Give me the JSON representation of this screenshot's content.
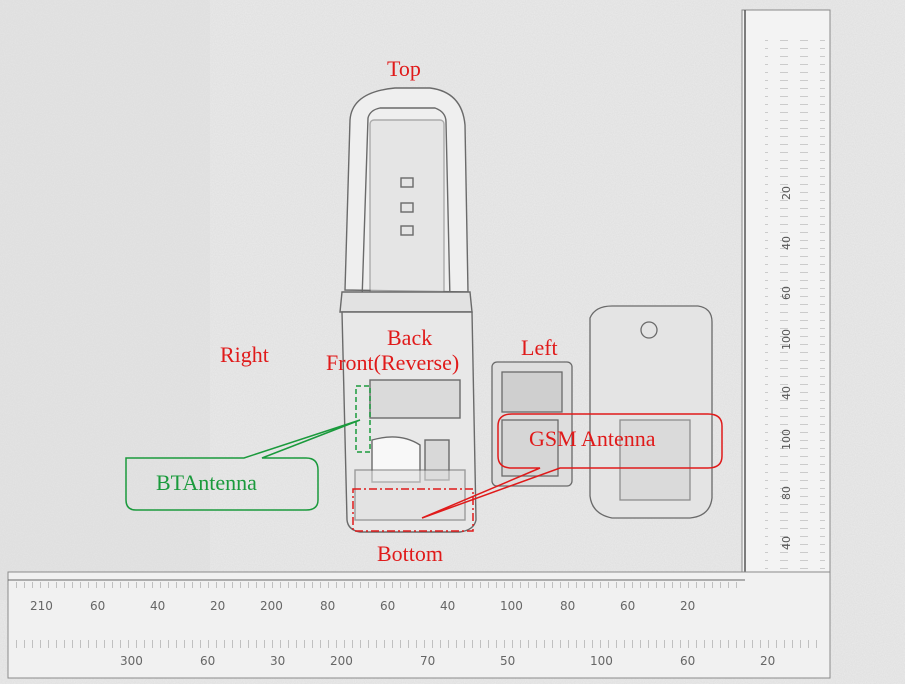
{
  "photo": {
    "description_icons": {
      "phone": "flip-phone-icon",
      "battery": "battery-icon",
      "cover": "back-cover-icon",
      "ruler": "ruler-icon"
    },
    "colors": {
      "background": "#e9e9e9",
      "label_red": "#e01a1a",
      "label_green": "#1a9a3c",
      "sketch_line": "#6a6a6a"
    }
  },
  "labels": {
    "top": "Top",
    "back": "Back",
    "front_reverse": "Front(Reverse)",
    "right": "Right",
    "left": "Left",
    "bottom": "Bottom"
  },
  "callouts": {
    "gsm_antenna": "GSM Antenna",
    "bt_antenna": "BTAntenna"
  }
}
